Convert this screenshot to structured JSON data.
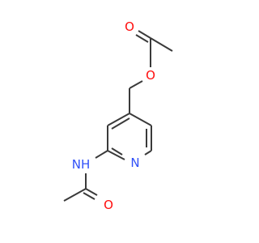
{
  "colors": {
    "bond": "#3a3a3a",
    "oxygen": "#ff0d0d",
    "nitrogen": "#3050f8"
  },
  "atoms": {
    "o_carbonyl_top": "O",
    "o_ester": "O",
    "n_ring": "N",
    "n_amide": "NH",
    "o_carbonyl_bottom": "O"
  }
}
